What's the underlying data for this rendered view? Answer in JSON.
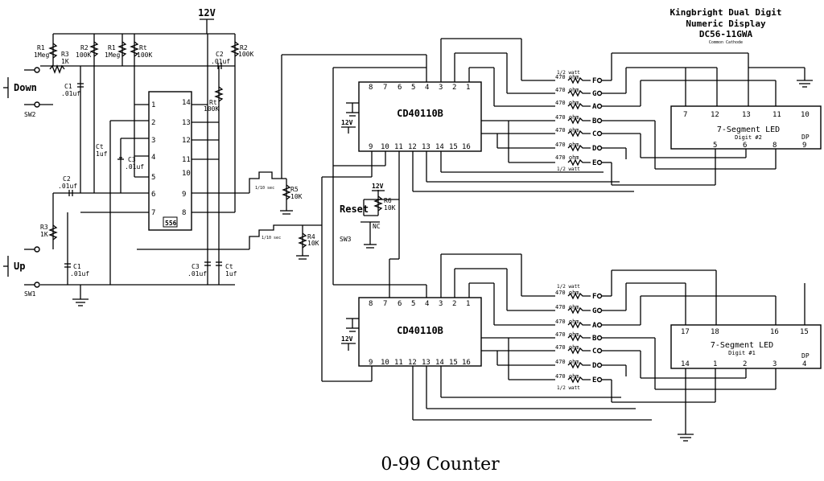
{
  "title": "0-99 Counter",
  "header": {
    "line1": "Kingbright Dual Digit",
    "line2": "Numeric Display",
    "line3": "DC56-11GWA",
    "line4": "Common Cathode"
  },
  "supply": {
    "label": "12V"
  },
  "timer": {
    "chip_label": "556",
    "left_pins": [
      "1",
      "2",
      "3",
      "4",
      "5",
      "6",
      "7"
    ],
    "right_pins": [
      "14",
      "13",
      "12",
      "11",
      "10",
      "9",
      "8"
    ]
  },
  "components": {
    "r1_top": [
      "R1",
      "1Meg"
    ],
    "r3_top": [
      "R3",
      "1K"
    ],
    "r2_top": [
      "R2",
      "100K"
    ],
    "r1_mid": [
      "R1",
      "1Meg"
    ],
    "rt_top": [
      "Rt",
      "100K"
    ],
    "c2_top": [
      "C2",
      ".01uf"
    ],
    "r2_right": [
      "R2",
      "100K"
    ],
    "c1_top": [
      "C1",
      ".01uf"
    ],
    "rt_right": [
      "Rt",
      "100K"
    ],
    "ct_left": [
      "Ct",
      "1uf"
    ],
    "c3_left": [
      "C3",
      ".01uf"
    ],
    "c2_left": [
      "C2",
      ".01uf"
    ],
    "r3_bot": [
      "R3",
      "1K"
    ],
    "c1_bot": [
      "C1",
      ".01uf"
    ],
    "c3_bot": [
      "C3",
      ".01uf"
    ],
    "ct_bot": [
      "Ct",
      "1uf"
    ],
    "r5": [
      "R5",
      "10K"
    ],
    "r4": [
      "R4",
      "10K"
    ],
    "r6": [
      "R6",
      "10K"
    ]
  },
  "pulse_label": "1/10 sec",
  "switches": {
    "down": {
      "label": "Down",
      "ref": "SW2"
    },
    "up": {
      "label": "Up",
      "ref": "SW1"
    },
    "reset": {
      "label": "Reset",
      "ref": "SW3",
      "nc": "NC"
    }
  },
  "counter_ic": {
    "label": "CD40110B",
    "top_pins": [
      "8",
      "7",
      "6",
      "5",
      "4",
      "3",
      "2",
      "1"
    ],
    "bottom_pins": [
      "9",
      "10",
      "11",
      "12",
      "13",
      "14",
      "15",
      "16"
    ]
  },
  "resistor_array": {
    "half_watt": "1/2 watt",
    "value": "470 ohm",
    "segments": [
      "F",
      "G",
      "A",
      "B",
      "C",
      "D",
      "E"
    ]
  },
  "display2": {
    "title": "7-Segment LED",
    "digit": "Digit #2",
    "top_pins": [
      "7",
      "12",
      "13",
      "11",
      "10"
    ],
    "bottom_pins": [
      "5",
      "6",
      "8",
      "9"
    ],
    "dp": "DP"
  },
  "display1": {
    "title": "7-Segment LED",
    "digit": "Digit #1",
    "top_pins": [
      "17",
      "18",
      "16",
      "15"
    ],
    "bottom_pins": [
      "14",
      "1",
      "2",
      "3",
      "4"
    ],
    "dp": "DP"
  }
}
